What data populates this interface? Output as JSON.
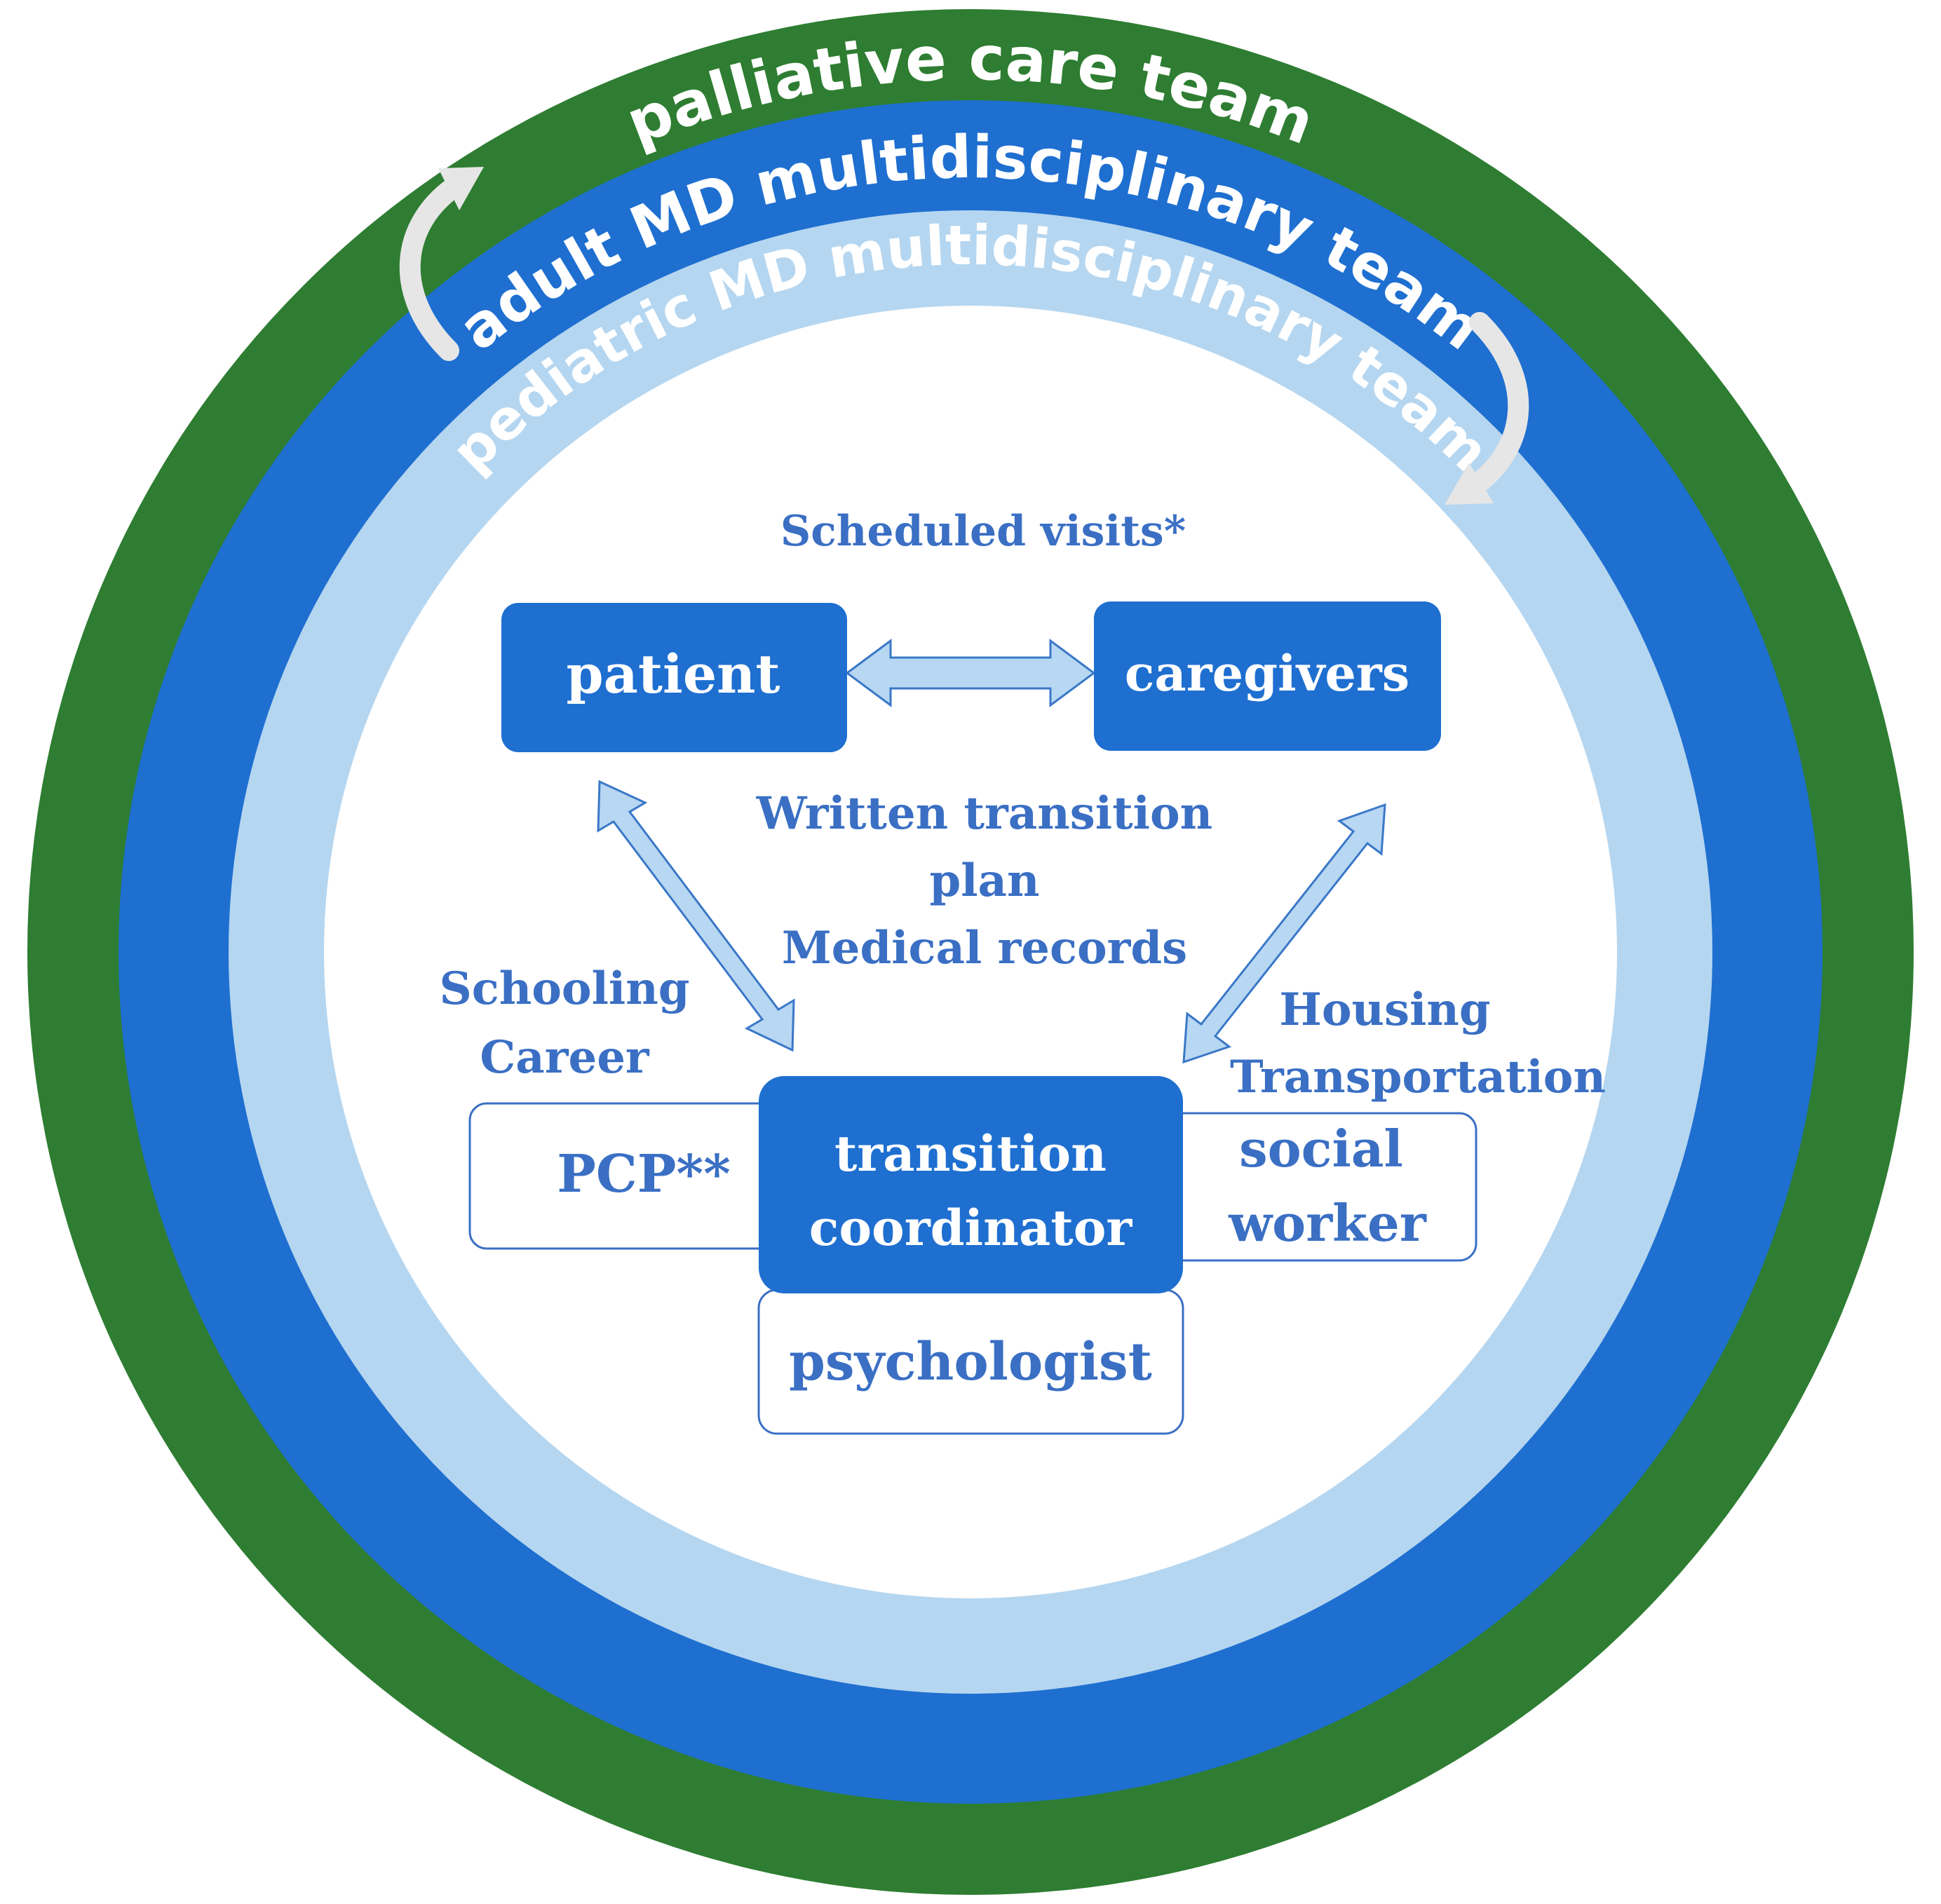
{
  "rings": {
    "outer": "palliative care team",
    "middle": "adult MD multidisciplinary team",
    "inner": "pediatric MD multidisciplinary team"
  },
  "scheduled_visits": "Scheduled visits*",
  "nodes": {
    "patient": "patient",
    "caregivers": "caregivers",
    "coordinator_line1": "transition",
    "coordinator_line2": "coordinator",
    "pcp": "PCP**",
    "social_line1": "social",
    "social_line2": "worker",
    "psychologist": "psychologist"
  },
  "center_text": {
    "line1": "Written transition",
    "line2": "plan",
    "line3": "Medical records"
  },
  "left_text": {
    "line1": "Schooling",
    "line2": "Career"
  },
  "right_text": {
    "line1": "Housing",
    "line2": "Transportation"
  },
  "colors": {
    "outer_ring": "#2E7D32",
    "middle_ring": "#1E6FD0",
    "inner_ring": "#B5D6F0",
    "center": "#FFFFFF",
    "node_fill": "#1E6FD0",
    "text_blue": "#3A6FC4",
    "arrow_fill": "#B8D7F2",
    "arrow_stroke": "#3A78C8"
  }
}
